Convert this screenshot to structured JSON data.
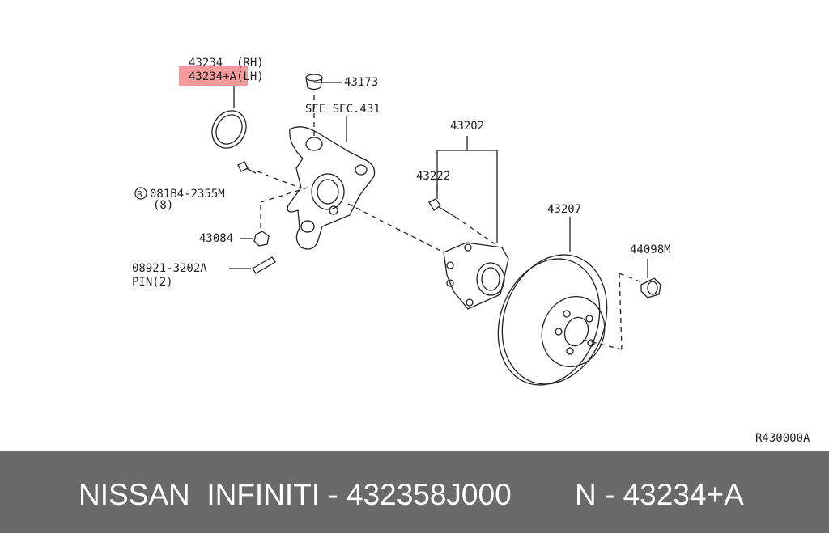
{
  "labels": {
    "p43234_rh": "43234  (RH)",
    "p43234_lh": "43234+A(LH)",
    "p43173": "43173",
    "see_sec": "SEE SEC.431",
    "p081b4": "081B4-2355M",
    "p081b4_qty": "(8)",
    "p43084": "43084",
    "p08921": "08921-3202A",
    "pin": "PIN(2)",
    "p43202": "43202",
    "p43222": "43222",
    "p43207": "43207",
    "p44098m": "44098M",
    "ref": "R430000A",
    "bolt_symbol": "B"
  },
  "highlight_color": "#f59a9a",
  "banner": {
    "left_text": "NISSAN  INFINITI - 432358J000",
    "right_text": "N - 43234+A"
  }
}
